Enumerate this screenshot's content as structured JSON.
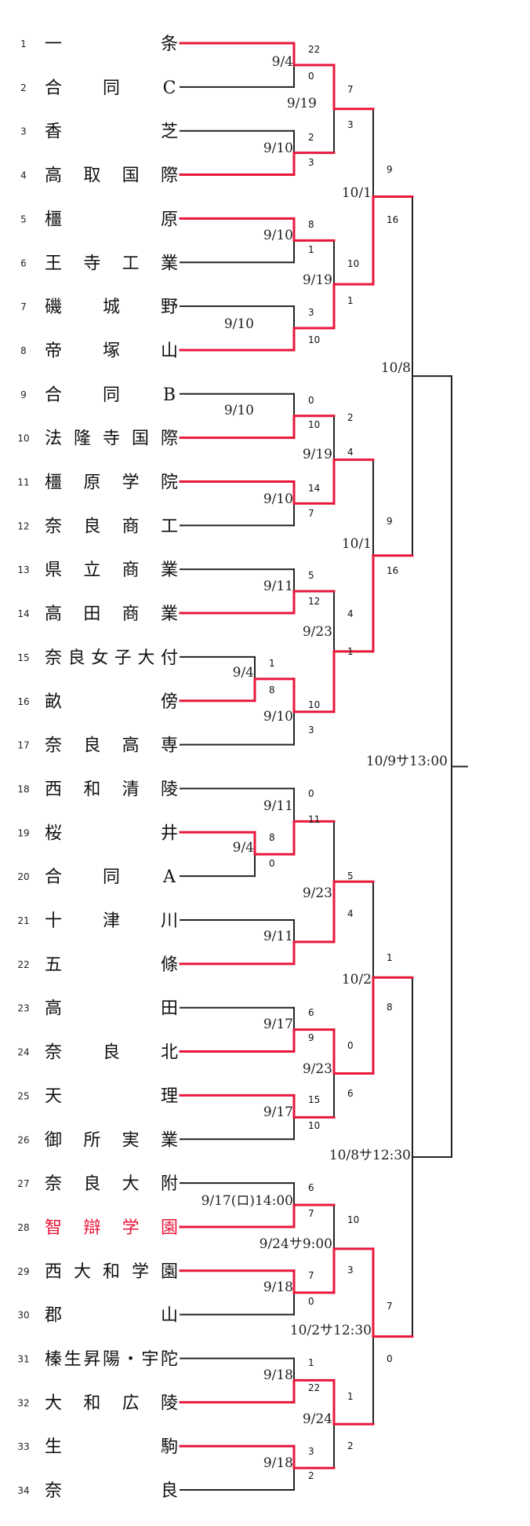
{
  "colors": {
    "winner": "#e8173a",
    "line": "#222222",
    "highlight_team": "#e8173a"
  },
  "teams": [
    {
      "num": "1",
      "chars": [
        "一",
        "条"
      ]
    },
    {
      "num": "2",
      "chars": [
        "合",
        "同",
        "C"
      ]
    },
    {
      "num": "3",
      "chars": [
        "香",
        "芝"
      ]
    },
    {
      "num": "4",
      "chars": [
        "高",
        "取",
        "国",
        "際"
      ]
    },
    {
      "num": "5",
      "chars": [
        "橿",
        "原"
      ]
    },
    {
      "num": "6",
      "chars": [
        "王",
        "寺",
        "工",
        "業"
      ]
    },
    {
      "num": "7",
      "chars": [
        "磯",
        "城",
        "野"
      ]
    },
    {
      "num": "8",
      "chars": [
        "帝",
        "塚",
        "山"
      ]
    },
    {
      "num": "9",
      "chars": [
        "合",
        "同",
        "B"
      ]
    },
    {
      "num": "10",
      "chars": [
        "法",
        "隆",
        "寺",
        "国",
        "際"
      ]
    },
    {
      "num": "11",
      "chars": [
        "橿",
        "原",
        "学",
        "院"
      ]
    },
    {
      "num": "12",
      "chars": [
        "奈",
        "良",
        "商",
        "工"
      ]
    },
    {
      "num": "13",
      "chars": [
        "県",
        "立",
        "商",
        "業"
      ]
    },
    {
      "num": "14",
      "chars": [
        "高",
        "田",
        "商",
        "業"
      ]
    },
    {
      "num": "15",
      "chars": [
        "奈",
        "良",
        "女",
        "子",
        "大",
        "付"
      ]
    },
    {
      "num": "16",
      "chars": [
        "畝",
        "傍"
      ]
    },
    {
      "num": "17",
      "chars": [
        "奈",
        "良",
        "高",
        "専"
      ]
    },
    {
      "num": "18",
      "chars": [
        "西",
        "和",
        "清",
        "陵"
      ]
    },
    {
      "num": "19",
      "chars": [
        "桜",
        "井"
      ]
    },
    {
      "num": "20",
      "chars": [
        "合",
        "同",
        "A"
      ]
    },
    {
      "num": "21",
      "chars": [
        "十",
        "津",
        "川"
      ]
    },
    {
      "num": "22",
      "chars": [
        "五",
        "條"
      ]
    },
    {
      "num": "23",
      "chars": [
        "高",
        "田"
      ]
    },
    {
      "num": "24",
      "chars": [
        "奈",
        "良",
        "北"
      ]
    },
    {
      "num": "25",
      "chars": [
        "天",
        "理"
      ]
    },
    {
      "num": "26",
      "chars": [
        "御",
        "所",
        "実",
        "業"
      ]
    },
    {
      "num": "27",
      "chars": [
        "奈",
        "良",
        "大",
        "附"
      ]
    },
    {
      "num": "28",
      "chars": [
        "智",
        "辯",
        "学",
        "園"
      ],
      "highlight": true
    },
    {
      "num": "29",
      "chars": [
        "西",
        "大",
        "和",
        "学",
        "園"
      ]
    },
    {
      "num": "30",
      "chars": [
        "郡",
        "山"
      ]
    },
    {
      "num": "31",
      "chars": [
        "榛",
        "生",
        "昇",
        "陽",
        "・",
        "宇",
        "陀"
      ]
    },
    {
      "num": "32",
      "chars": [
        "大",
        "和",
        "広",
        "陵"
      ]
    },
    {
      "num": "33",
      "chars": [
        "生",
        "駒"
      ]
    },
    {
      "num": "34",
      "chars": [
        "奈",
        "良"
      ]
    }
  ],
  "dates": [
    "9/4",
    "9/19",
    "9/10",
    "10/1",
    "9/10",
    "9/19",
    "9/10",
    "10/8",
    "9/10",
    "9/19",
    "9/10",
    "10/1",
    "9/11",
    "9/23",
    "9/4",
    "9/10",
    "10/9サ13:00",
    "9/11",
    "9/4",
    "9/23",
    "9/11",
    "10/2",
    "9/17",
    "9/23",
    "9/17",
    "10/8サ12:30",
    "9/17(ロ)14:00",
    "9/24サ9:00",
    "9/18",
    "10/2サ12:30",
    "9/18",
    "9/24",
    "9/18"
  ],
  "scores": [
    "22",
    "0",
    "7",
    "3",
    "2",
    "3",
    "9",
    "16",
    "8",
    "1",
    "10",
    "1",
    "3",
    "10",
    "0",
    "10",
    "2",
    "4",
    "14",
    "7",
    "9",
    "16",
    "5",
    "12",
    "4",
    "1",
    "1",
    "8",
    "10",
    "3",
    "0",
    "11",
    "8",
    "0",
    "5",
    "4",
    "1",
    "8",
    "6",
    "9",
    "0",
    "6",
    "15",
    "10",
    "6",
    "7",
    "10",
    "3",
    "7",
    "0",
    "7",
    "0",
    "1",
    "22",
    "1",
    "2",
    "3",
    "2"
  ]
}
